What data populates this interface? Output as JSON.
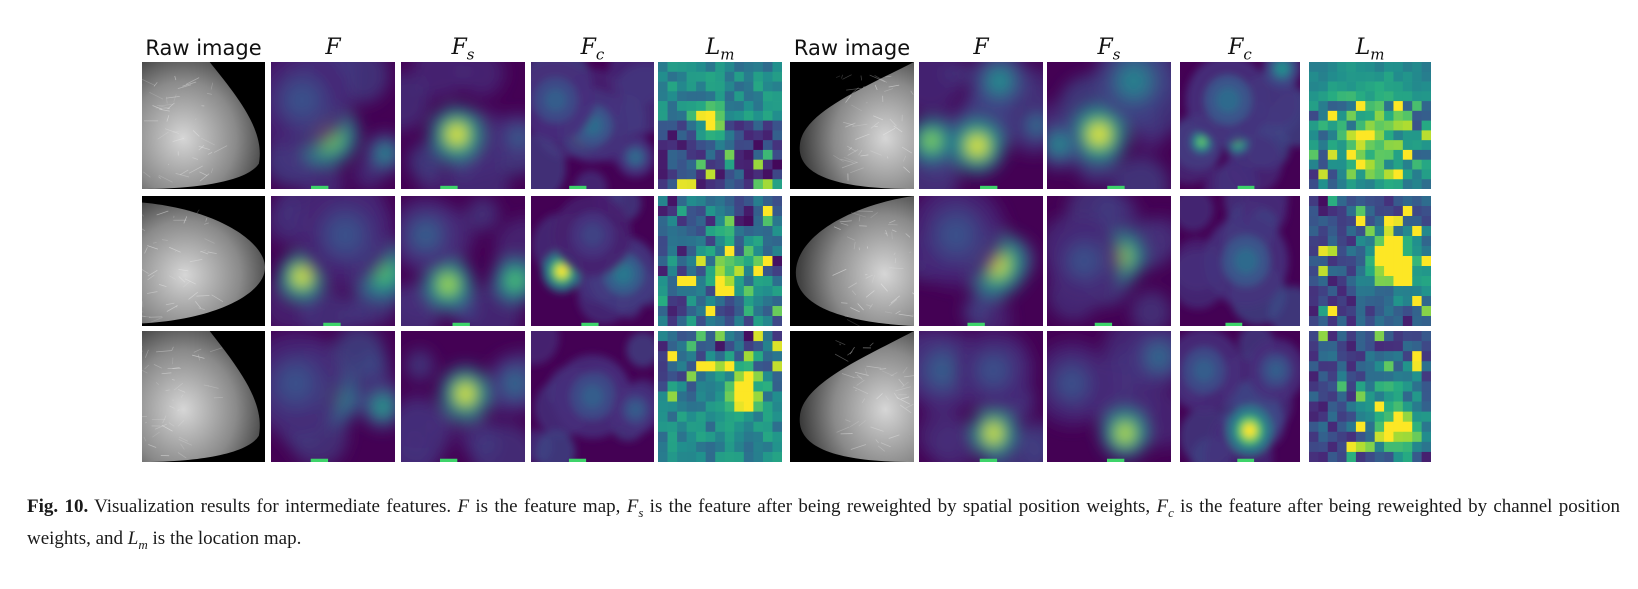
{
  "columns": [
    {
      "prefix": "Raw image",
      "sub": ""
    },
    {
      "prefix": "F",
      "sub": ""
    },
    {
      "prefix": "F",
      "sub": "s"
    },
    {
      "prefix": "F",
      "sub": "c"
    },
    {
      "prefix": "L",
      "sub": "m"
    },
    {
      "prefix": "Raw image",
      "sub": ""
    },
    {
      "prefix": "F",
      "sub": ""
    },
    {
      "prefix": "F",
      "sub": "s"
    },
    {
      "prefix": "F",
      "sub": "c"
    },
    {
      "prefix": "L",
      "sub": "m"
    }
  ],
  "caption": {
    "label": "Fig. 10.",
    "t1": " Visualization results for intermediate features. ",
    "v1": "F",
    "t2": " is the feature map, ",
    "v2": "F",
    "v2sub": "s",
    "t3": " is the feature after being reweighted by spatial position weights, ",
    "v3": "F",
    "v3sub": "c",
    "t4": " is the feature after being reweighted by channel position weights, and ",
    "v4": "L",
    "v4sub": "m",
    "t5": " is the location map."
  },
  "colors": {
    "viridis_low": "#440154",
    "viridis_mid": "#21918c",
    "viridis_high": "#fde725",
    "mammogram_bg": "#000000",
    "mammogram_tissue": "#bdbdbd"
  }
}
